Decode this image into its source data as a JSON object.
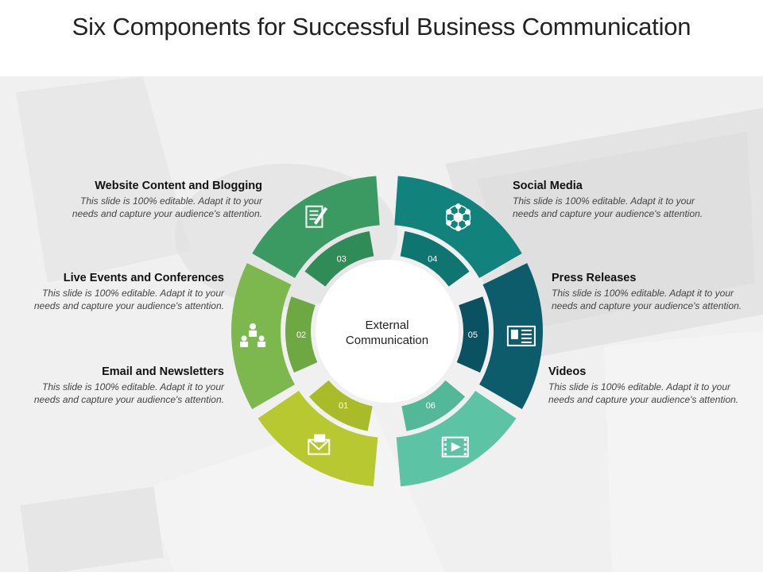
{
  "title": "Six Components for Successful Business Communication",
  "center": {
    "line1": "External",
    "line2": "Communication"
  },
  "segments": [
    {
      "id": "01",
      "name": "Email and Newsletters",
      "description": "This slide is 100% editable. Adapt it to your needs and capture your audience's attention.",
      "color": "#b8c830",
      "inner_color": "#a9bb28",
      "icon": "email-newsletter-icon"
    },
    {
      "id": "02",
      "name": "Live Events and Conferences",
      "description": "This slide is 100% editable. Adapt it to your needs and capture your audience's attention.",
      "color": "#7db84e",
      "inner_color": "#6ea842",
      "icon": "conference-icon"
    },
    {
      "id": "03",
      "name": "Website Content and Blogging",
      "description": "This slide is 100% editable. Adapt it to your needs and capture your audience's attention.",
      "color": "#3a9a62",
      "inner_color": "#2f8c56",
      "icon": "blog-edit-icon"
    },
    {
      "id": "04",
      "name": "Social Media",
      "description": "This slide is 100% editable. Adapt it to your needs and capture your audience's attention.",
      "color": "#12827c",
      "inner_color": "#0e7570",
      "icon": "social-network-icon"
    },
    {
      "id": "05",
      "name": "Press Releases",
      "description": "This slide is 100% editable. Adapt it to your needs and capture your audience's attention.",
      "color": "#0d5c6c",
      "inner_color": "#0a5261",
      "icon": "press-release-icon"
    },
    {
      "id": "06",
      "name": "Videos",
      "description": "This slide is 100% editable. Adapt it to your needs and capture your audience's attention.",
      "color": "#5cc4a4",
      "inner_color": "#52b897",
      "icon": "video-icon"
    }
  ]
}
